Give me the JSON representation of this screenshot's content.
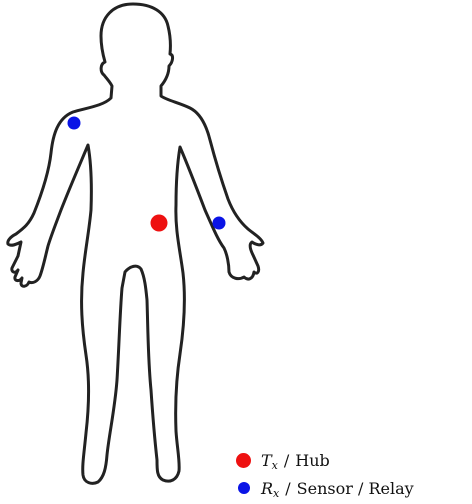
{
  "colors": {
    "tx": "#ee1111",
    "rx": "#0a14e6",
    "outline": "#222222"
  },
  "figure": {
    "icon": "human-body-outline-icon",
    "tx_markers": [
      {
        "location": "torso (abdomen)"
      }
    ],
    "rx_markers": [
      {
        "location": "right upper arm"
      },
      {
        "location": "left wrist"
      }
    ]
  },
  "legend": {
    "tx": {
      "symbol": "T",
      "subscript": "x",
      "label": "Hub"
    },
    "rx": {
      "symbol": "R",
      "subscript": "x",
      "label": "Sensor / Relay"
    },
    "separator": "/"
  }
}
